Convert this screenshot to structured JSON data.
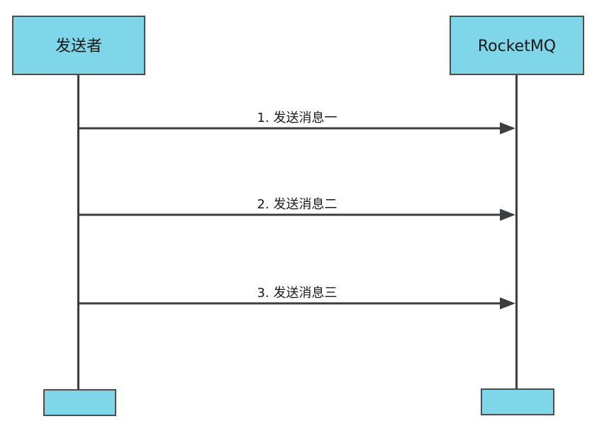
{
  "diagram": {
    "type": "sequence-diagram",
    "actors": [
      {
        "id": "sender",
        "label": "发送者"
      },
      {
        "id": "rocketmq",
        "label": "RocketMQ"
      }
    ],
    "messages": [
      {
        "label": "1. 发送消息一",
        "from": "发送者",
        "to": "RocketMQ"
      },
      {
        "label": "2. 发送消息二",
        "from": "发送者",
        "to": "RocketMQ"
      },
      {
        "label": "3. 发送消息三",
        "from": "发送者",
        "to": "RocketMQ"
      }
    ],
    "colors": {
      "actor_fill": "#7ed6e8",
      "actor_border": "#4d4d4d",
      "line": "#3a3e41",
      "text": "#1a1a1a",
      "background": "#ffffff"
    }
  }
}
